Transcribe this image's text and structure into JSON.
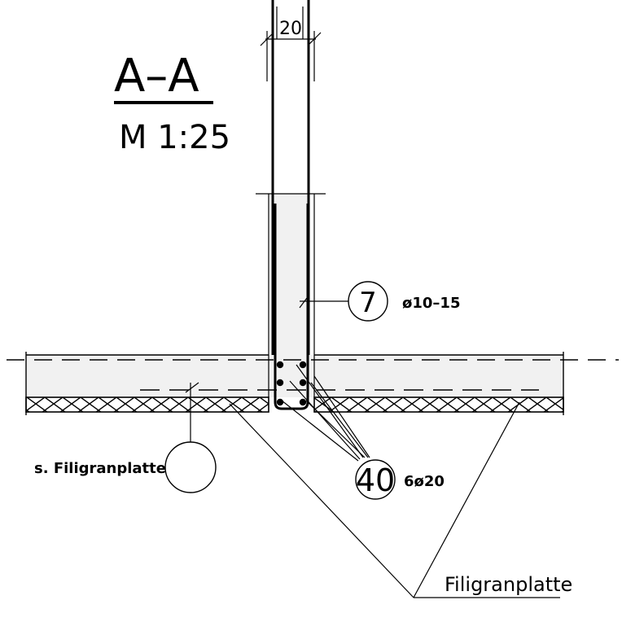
{
  "section": {
    "title": "A–A",
    "scale": "M 1:25"
  },
  "dimension": {
    "wall_thickness": "20"
  },
  "callouts": {
    "stirrup_mark": "7",
    "stirrup_spec": "ø10–15",
    "bars_mark": "40",
    "bars_spec": "6ø20",
    "slab_ref_note": "s. Filigranplatte",
    "slab_ref_mark": "",
    "precast_label": "Filigranplatte"
  },
  "colors": {
    "concrete_fill": "#f1f1f1",
    "line": "#000000"
  }
}
